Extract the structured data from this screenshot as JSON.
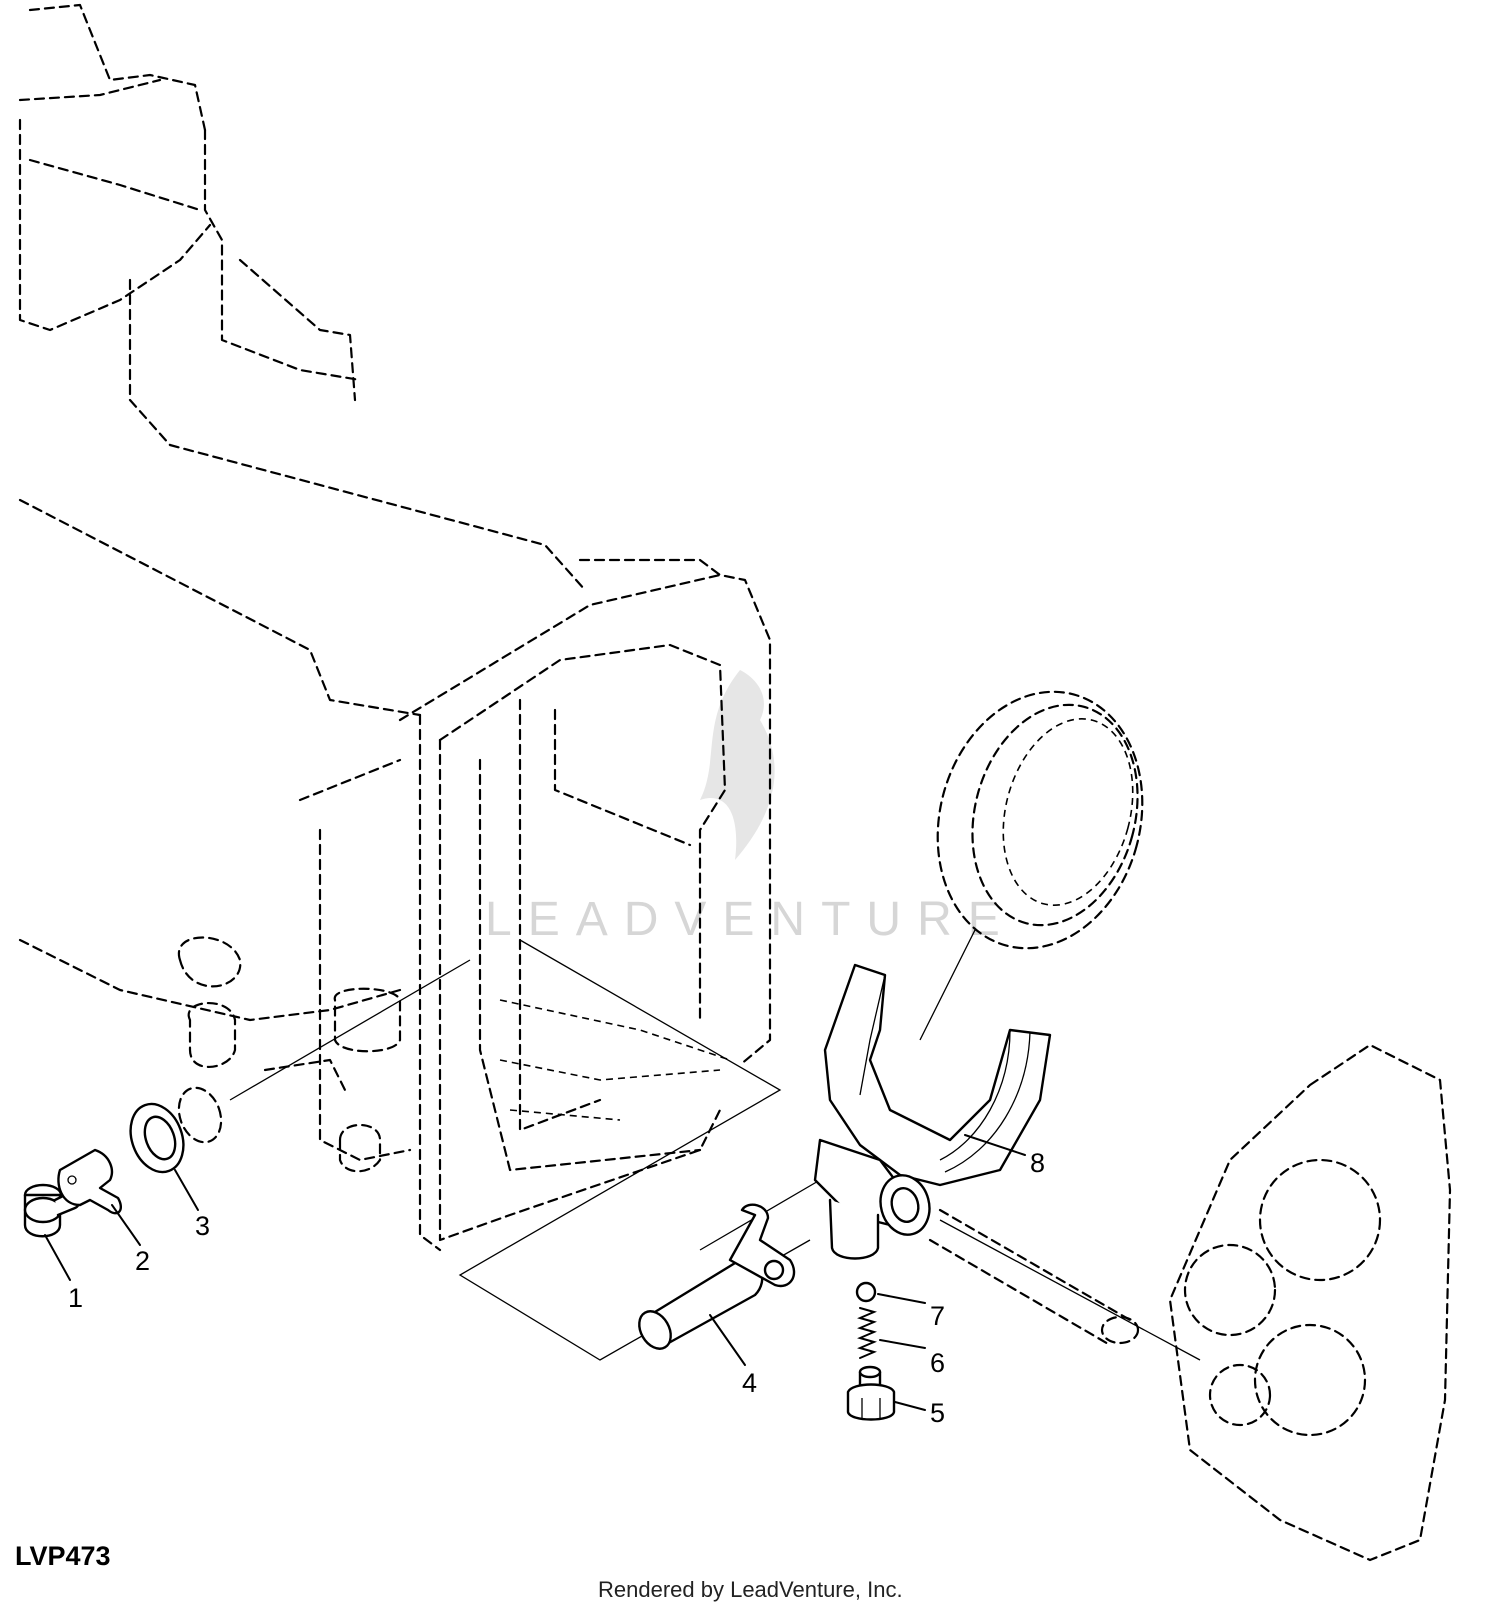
{
  "diagram": {
    "reference_code": "LVP473",
    "credit": "Rendered by LeadVenture, Inc.",
    "watermark": "LEADVENTURE",
    "callouts": [
      {
        "id": "1",
        "label": "1"
      },
      {
        "id": "2",
        "label": "2"
      },
      {
        "id": "3",
        "label": "3"
      },
      {
        "id": "4",
        "label": "4"
      },
      {
        "id": "5",
        "label": "5"
      },
      {
        "id": "6",
        "label": "6"
      },
      {
        "id": "7",
        "label": "7"
      },
      {
        "id": "8",
        "label": "8"
      }
    ]
  }
}
